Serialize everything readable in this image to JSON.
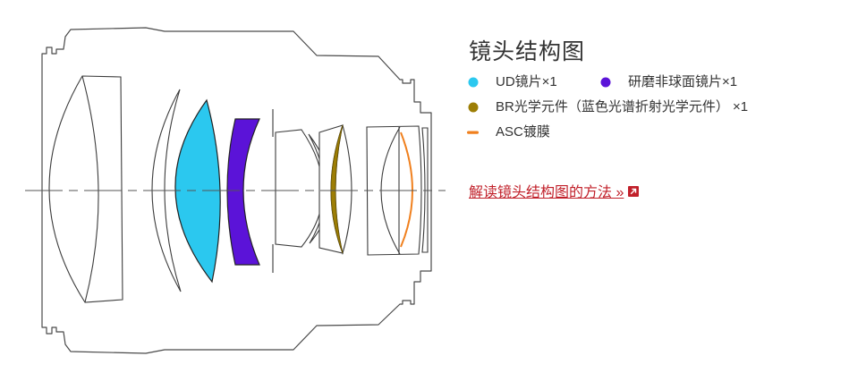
{
  "title": "镜头结构图",
  "legend": {
    "items": [
      {
        "label": "UD镜片×1",
        "marker": "dot",
        "color_key": "ud"
      },
      {
        "label": "研磨非球面镜片×1",
        "marker": "dot",
        "color_key": "aspherical"
      },
      {
        "label": "BR光学元件（蓝色光谱折射光学元件） ×1",
        "marker": "dot",
        "color_key": "br"
      },
      {
        "label": "ASC镀膜",
        "marker": "dash",
        "color_key": "asc"
      }
    ]
  },
  "link": {
    "label": "解读镜头结构图的方法 »",
    "icon": "external-link-icon"
  },
  "colors": {
    "ud": "#2BC8EF",
    "aspherical": "#5B13D8",
    "br": "#9D7E05",
    "br_stroke": "#6B5500",
    "asc": "#F0801E",
    "link": "#C1202A",
    "text": "#333333",
    "outline": "#4A4A4A"
  }
}
